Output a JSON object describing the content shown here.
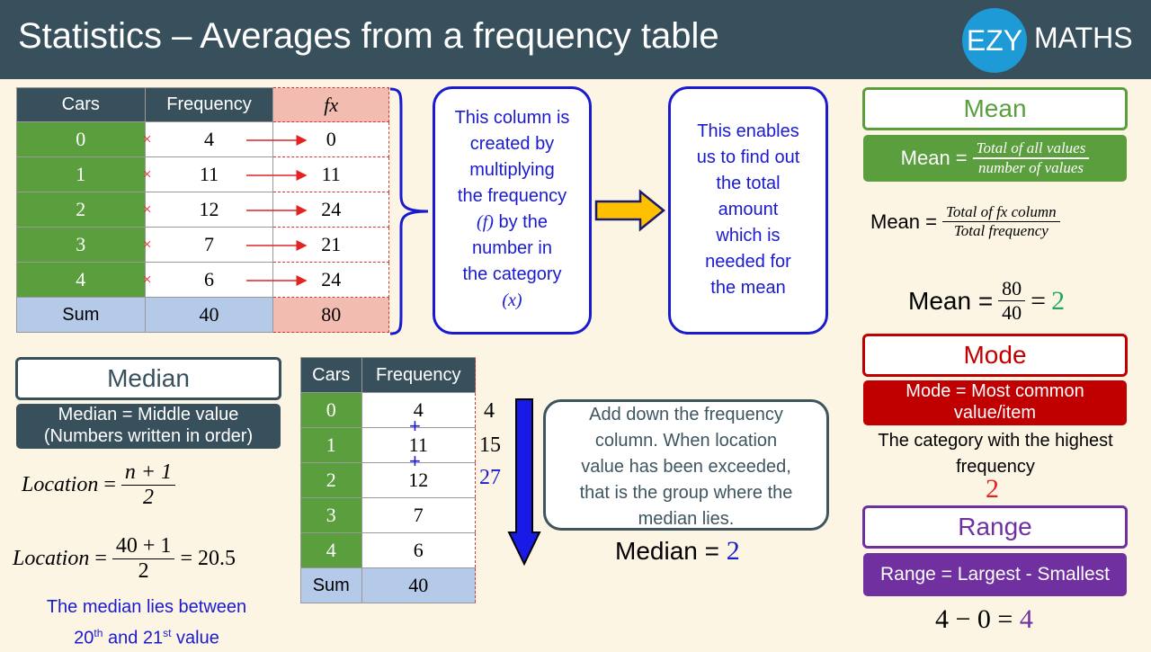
{
  "header": {
    "title": "Statistics – Averages from a frequency table",
    "logo_left": "EZY",
    "logo_right": "MATHS"
  },
  "table1": {
    "col_cars": "Cars",
    "col_freq": "Frequency",
    "col_fx": "fx",
    "rows": [
      {
        "cat": "0",
        "freq": "4",
        "fx": "0"
      },
      {
        "cat": "1",
        "freq": "11",
        "fx": "11"
      },
      {
        "cat": "2",
        "freq": "12",
        "fx": "24"
      },
      {
        "cat": "3",
        "freq": "7",
        "fx": "21"
      },
      {
        "cat": "4",
        "freq": "6",
        "fx": "24"
      }
    ],
    "sum_label": "Sum",
    "sum_freq": "40",
    "sum_fx": "80",
    "times": "×"
  },
  "note_fx": {
    "l1": "This column is",
    "l2": "created by",
    "l3": "multiplying",
    "l4": "the frequency",
    "l5_sym": "(f)",
    "l5_rest": " by the",
    "l6": "number in",
    "l7": "the category",
    "l8": "(x)"
  },
  "note_total": {
    "l1": "This enables",
    "l2": "us to find out",
    "l3": "the total",
    "l4": "amount",
    "l5": "which is",
    "l6": "needed for",
    "l7": "the mean"
  },
  "mean": {
    "heading": "Mean",
    "def_prefix": "Mean =",
    "def_num": "Total of all values",
    "def_den": "number of values",
    "f2_prefix": "Mean =",
    "f2_num": "Total of fx column",
    "f2_den": "Total frequency",
    "f3_prefix": "Mean =",
    "f3_num": "80",
    "f3_den": "40",
    "f3_eq": "=",
    "f3_result": "2"
  },
  "mode": {
    "heading": "Mode",
    "def_l1": "Mode = Most common",
    "def_l2": "value/item",
    "desc_l1": "The category with the highest",
    "desc_l2": "frequency",
    "result": "2"
  },
  "range": {
    "heading": "Range",
    "def": "Range = Largest - Smallest",
    "calc": "4 − 0 =",
    "result": "4"
  },
  "median": {
    "heading": "Median",
    "def_l1": "Median = Middle value",
    "def_l2": "(Numbers written in order)",
    "loc_label": "Location",
    "loc_eq": "=",
    "loc_num": "n + 1",
    "loc_den": "2",
    "loc2_label": "Location",
    "loc2_eq": "=",
    "loc2_num": "40 + 1",
    "loc2_den": "2",
    "loc2_result": "= 20.5",
    "lies_l1": "The median lies between",
    "lies_20": "20",
    "lies_th": "th",
    "lies_and": " and 21",
    "lies_st": "st",
    "lies_value": " value",
    "result_label": "Median =",
    "result": "2"
  },
  "table2": {
    "col_cars": "Cars",
    "col_freq": "Frequency",
    "rows": [
      {
        "cat": "0",
        "freq": "4"
      },
      {
        "cat": "1",
        "freq": "11"
      },
      {
        "cat": "2",
        "freq": "12"
      },
      {
        "cat": "3",
        "freq": "7"
      },
      {
        "cat": "4",
        "freq": "6"
      }
    ],
    "sum_label": "Sum",
    "sum_freq": "40",
    "cum": [
      "4",
      "15",
      "27"
    ],
    "plus": "+"
  },
  "note_cum": {
    "l1": "Add down the frequency",
    "l2": "column. When location",
    "l3": "value has been exceeded,",
    "l4": "that is the group where the",
    "l5": "median lies."
  },
  "colors": {
    "header_bg": "#38505c",
    "green": "#5b9e3e",
    "red": "#c00000",
    "purple": "#7030a0",
    "blue": "#1a1acf",
    "logo": "#1e9ad6"
  }
}
